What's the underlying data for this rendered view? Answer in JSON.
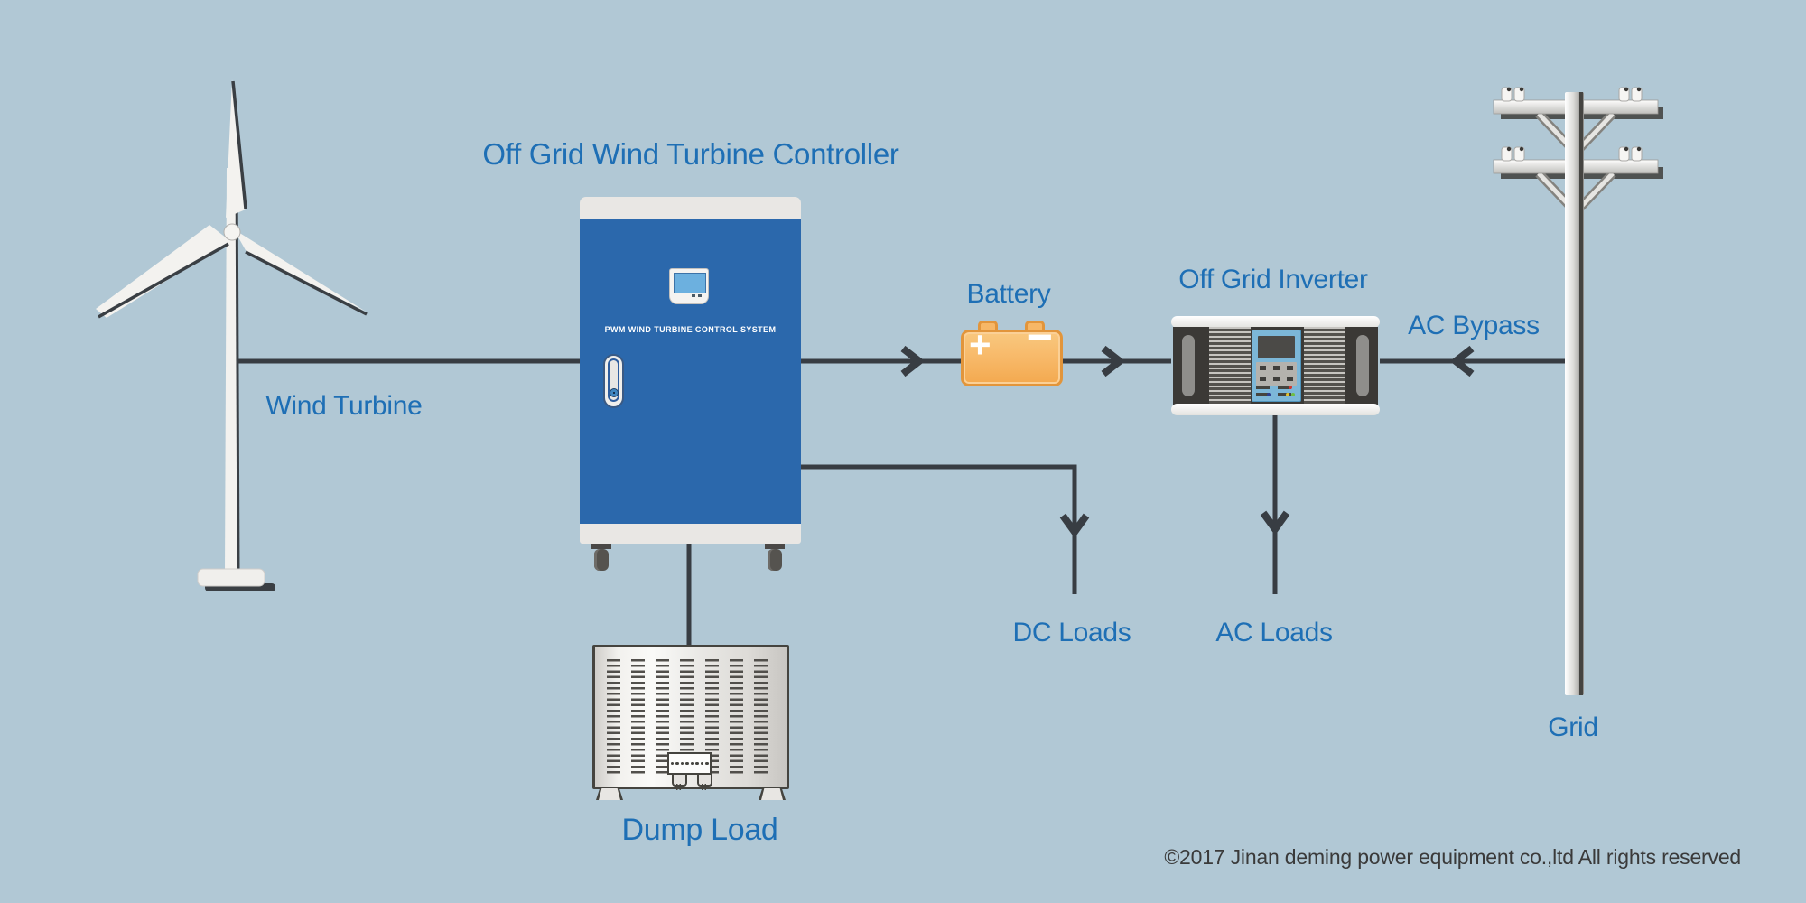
{
  "diagram": {
    "title": "Off Grid Wind Turbine Controller",
    "components": {
      "wind_turbine": {
        "label": "Wind Turbine"
      },
      "controller": {
        "panel_text": "PWM WIND TURBINE CONTROL SYSTEM"
      },
      "battery": {
        "label": "Battery",
        "positive": "+",
        "negative": "−"
      },
      "inverter": {
        "label": "Off Grid Inverter"
      },
      "grid": {
        "label": "Grid"
      },
      "dump_load": {
        "label": "Dump Load"
      }
    },
    "flows": {
      "ac_bypass": "AC Bypass",
      "dc_loads": "DC Loads",
      "ac_loads": "AC Loads"
    },
    "footer": {
      "copyright": "©2017 Jinan deming power equipment co.,ltd All rights reserved"
    }
  },
  "colors": {
    "background": "#b1c8d5",
    "label_blue": "#1e6fb5",
    "wire_dark": "#383d43",
    "cabinet_blue": "#2b68ac",
    "battery_orange": "#f7b766",
    "battery_border": "#e2953b",
    "inverter_dark": "#3b3936",
    "panel_light_blue": "#7cb7d8"
  }
}
